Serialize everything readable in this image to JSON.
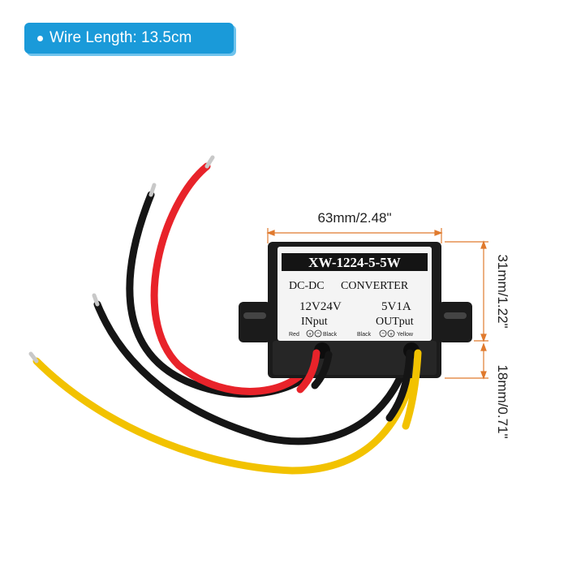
{
  "badge": {
    "text": "Wire Length: 13.5cm"
  },
  "dimensions": {
    "width": "63mm/2.48\"",
    "height_top": "31mm/1.22\"",
    "height_bottom": "18mm/0.71\""
  },
  "label": {
    "model": "XW-1224-5-5W",
    "type_left": "DC-DC",
    "type_right": "CONVERTER",
    "input_voltage": "12V24V",
    "input_label": "INput",
    "output_voltage": "5V1A",
    "output_label": "OUTput",
    "in_red": "Red",
    "in_black": "Black",
    "out_black": "Black",
    "out_yellow": "Yellow"
  },
  "colors": {
    "badge": "#1a9ad9",
    "dimension_line": "#e07a2e",
    "wire_red": "#e8232a",
    "wire_black": "#151515",
    "wire_yellow": "#f2c200",
    "case": "#1b1b1b"
  }
}
